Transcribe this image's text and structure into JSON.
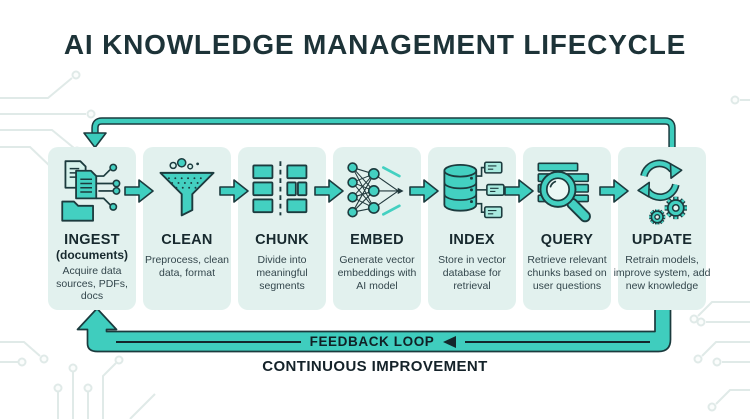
{
  "title": "AI KNOWLEDGE MANAGEMENT LIFECYCLE",
  "stages": [
    {
      "name": "INGEST",
      "subtitle": "(documents)",
      "description": "Acquire data sources, PDFs, docs",
      "icon": "documents-network-icon"
    },
    {
      "name": "CLEAN",
      "description": "Preprocess, clean data, format",
      "icon": "funnel-icon"
    },
    {
      "name": "CHUNK",
      "description": "Divide into meaningful segments",
      "icon": "segmented-blocks-icon"
    },
    {
      "name": "EMBED",
      "description": "Generate vector embeddings with AI model",
      "icon": "neural-network-icon"
    },
    {
      "name": "INDEX",
      "description": "Store in vector database for retrieval",
      "icon": "vector-database-icon"
    },
    {
      "name": "QUERY",
      "description": "Retrieve relevant chunks based on user questions",
      "icon": "magnifier-search-icon"
    },
    {
      "name": "UPDATE",
      "description": "Retrain models, improve system, add new knowledge",
      "icon": "sync-gears-icon"
    }
  ],
  "feedback_loop": {
    "label": "FEEDBACK LOOP",
    "caption": "CONTINUOUS IMPROVEMENT"
  },
  "colors": {
    "teal": "#3FCFC0",
    "card_background": "#E2F1EE",
    "outline": "#1C3B3E",
    "title_text": "#1D3338",
    "body_text": "#33464C"
  }
}
